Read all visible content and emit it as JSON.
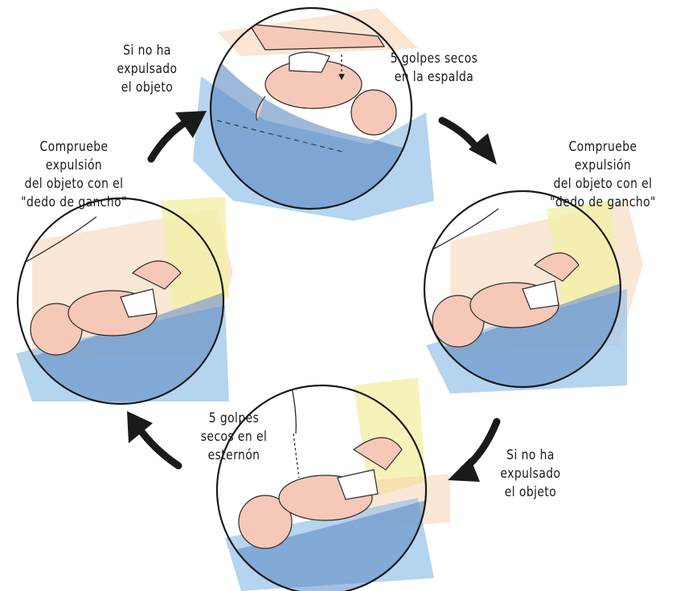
{
  "steps": {
    "back_blows": {
      "line1": "5 golpes secos",
      "line2": "en la espalda"
    },
    "check_right": {
      "line1": "Compruebe",
      "line2": "expulsión",
      "line3": "del objeto con el",
      "line4": "\"dedo de gancho\""
    },
    "not_expelled_right": {
      "line1": "Si no ha",
      "line2": "expulsado",
      "line3": "el objeto"
    },
    "chest_thrusts": {
      "line1": "5 golpes",
      "line2": "secos en el",
      "line3": "esternón"
    },
    "check_left": {
      "line1": "Compruebe",
      "line2": "expulsión",
      "line3": "del objeto con el",
      "line4": "\"dedo de gancho\""
    },
    "not_expelled_top": {
      "line1": "Si no ha",
      "line2": "expulsado",
      "line3": "el objeto"
    }
  },
  "colors": {
    "blue_wash": "#9cc6ea",
    "skin": "#f6c8b8",
    "yellow_wash": "#f3f0a8",
    "peach_wash": "#f8cfae",
    "ink": "#1a1a1a"
  }
}
